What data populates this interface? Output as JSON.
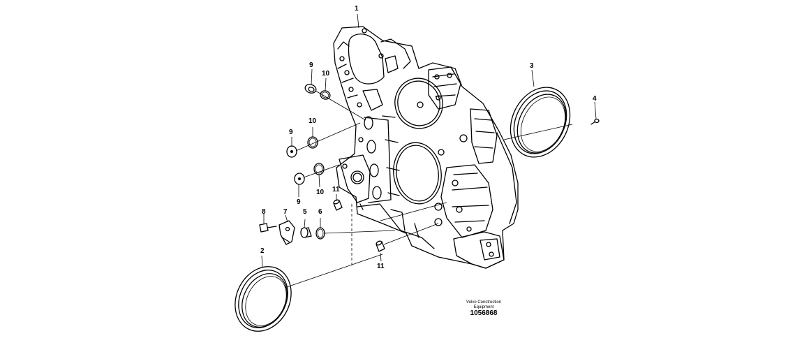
{
  "diagram": {
    "callouts": [
      "1",
      "2",
      "3",
      "4",
      "5",
      "6",
      "7",
      "8",
      "9",
      "9",
      "9",
      "10",
      "10",
      "10",
      "11",
      "11"
    ]
  },
  "caption": {
    "line1": "Volvo Construction",
    "line2": "Equipment",
    "drawing_number": "1056868"
  }
}
